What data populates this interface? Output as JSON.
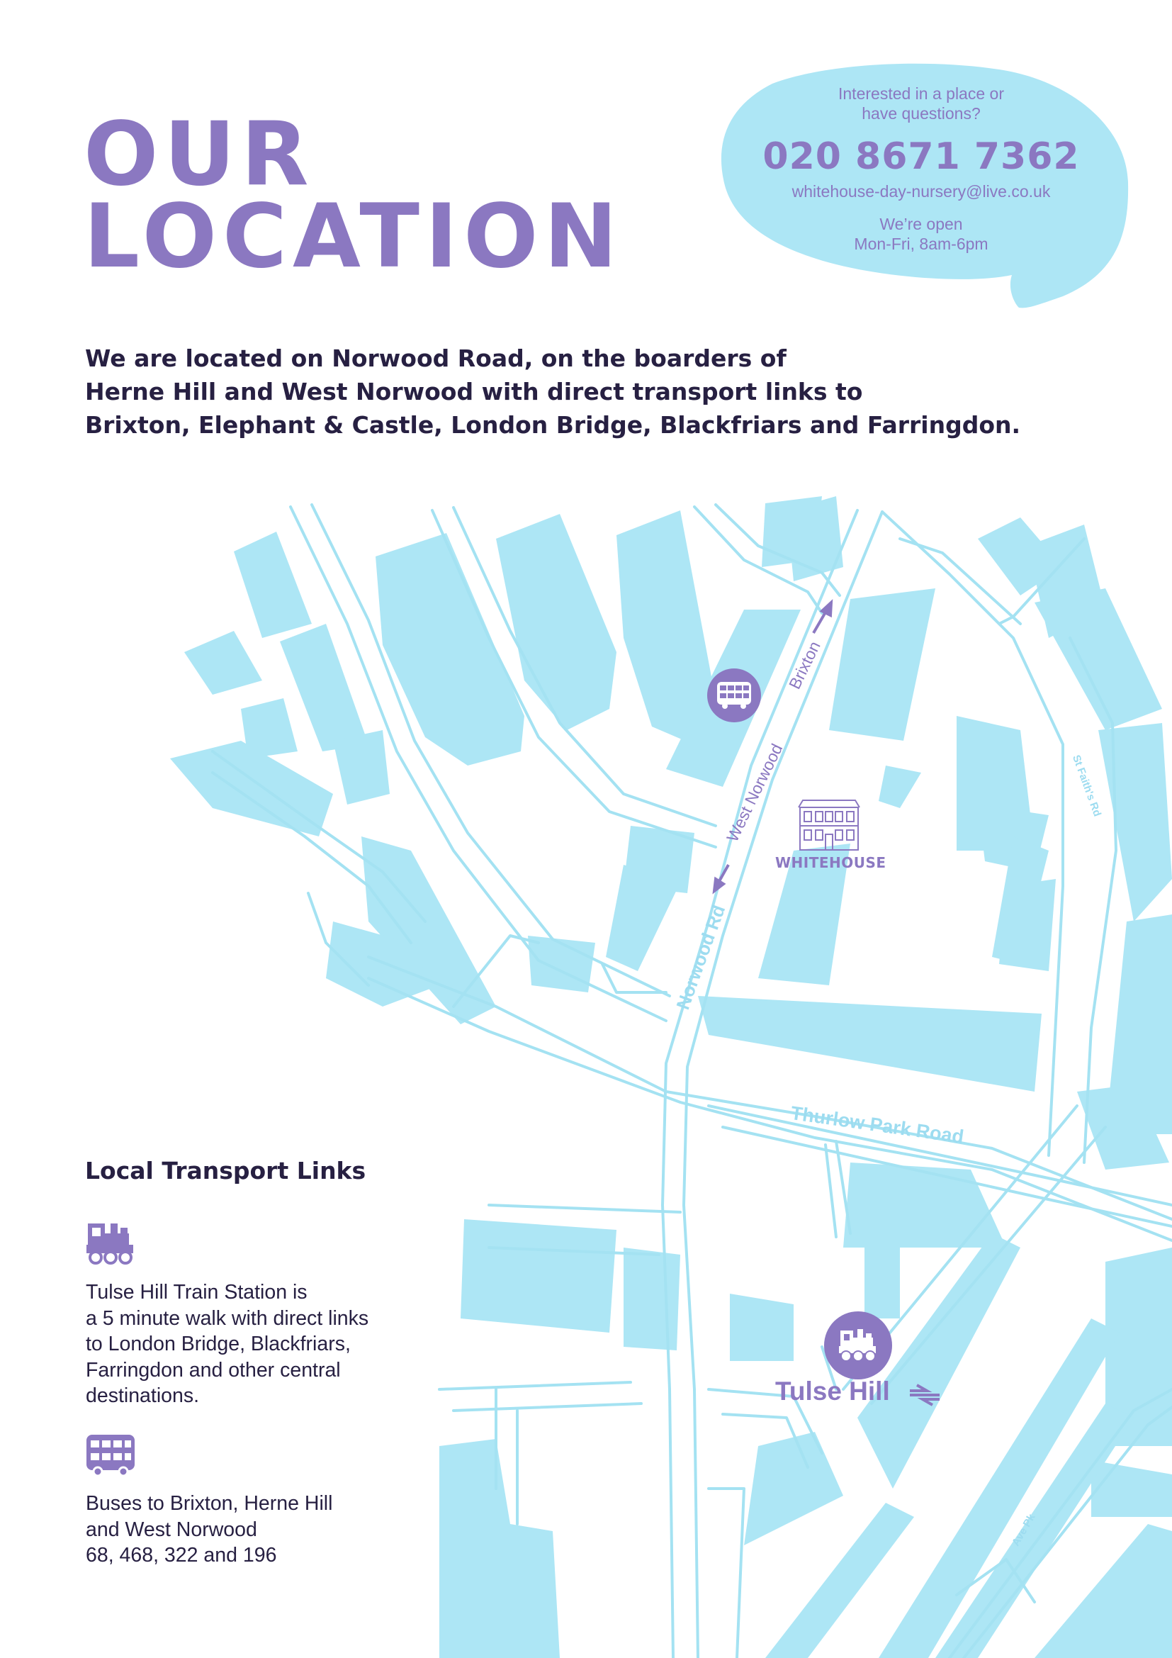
{
  "page": {
    "title_lines": [
      "OUR",
      "LOCATION"
    ],
    "intro_lines": [
      "We are located on Norwood Road, on the boarders of",
      "Herne Hill and West Norwood with direct transport links to",
      "Brixton, Elephant & Castle, London Bridge, Blackfriars and Farringdon."
    ]
  },
  "contact": {
    "question_lines": [
      "Interested in a place or",
      "have questions?"
    ],
    "phone": "020 8671 7362",
    "email": "whitehouse-day-nursery@live.co.uk",
    "hours_lines": [
      "We’re open",
      "Mon-Fri, 8am-6pm"
    ]
  },
  "map": {
    "streets": {
      "brixton": "Brixton",
      "west_norwood": "West Norwood",
      "norwood_rd": "Norwood Rd",
      "thurlow_park_road": "Thurlow Park Road",
      "st_faiths_rd": "St Faith's Rd",
      "ave": "Ave Pk"
    },
    "nursery_label": "WHITEHOUSE",
    "station_label": "Tulse Hill"
  },
  "transport": {
    "heading": "Local Transport Links",
    "train_lines": [
      "Tulse Hill Train Station is",
      "a 5 minute walk with direct links",
      "to London Bridge, Blackfriars,",
      "Farringdon and other central",
      "destinations."
    ],
    "bus_lines": [
      "Buses to Brixton, Herne Hill",
      "and West Norwood",
      "68, 468, 322 and 196"
    ]
  },
  "colors": {
    "accent": "#8b78c1",
    "map_fill": "#ade6f5",
    "map_stroke": "#a4e2f2",
    "text_dark": "#272042"
  },
  "icons": [
    "train-icon",
    "bus-icon",
    "whitehouse-building-icon",
    "national-rail-icon",
    "arrow-icon",
    "speech-bubble"
  ]
}
